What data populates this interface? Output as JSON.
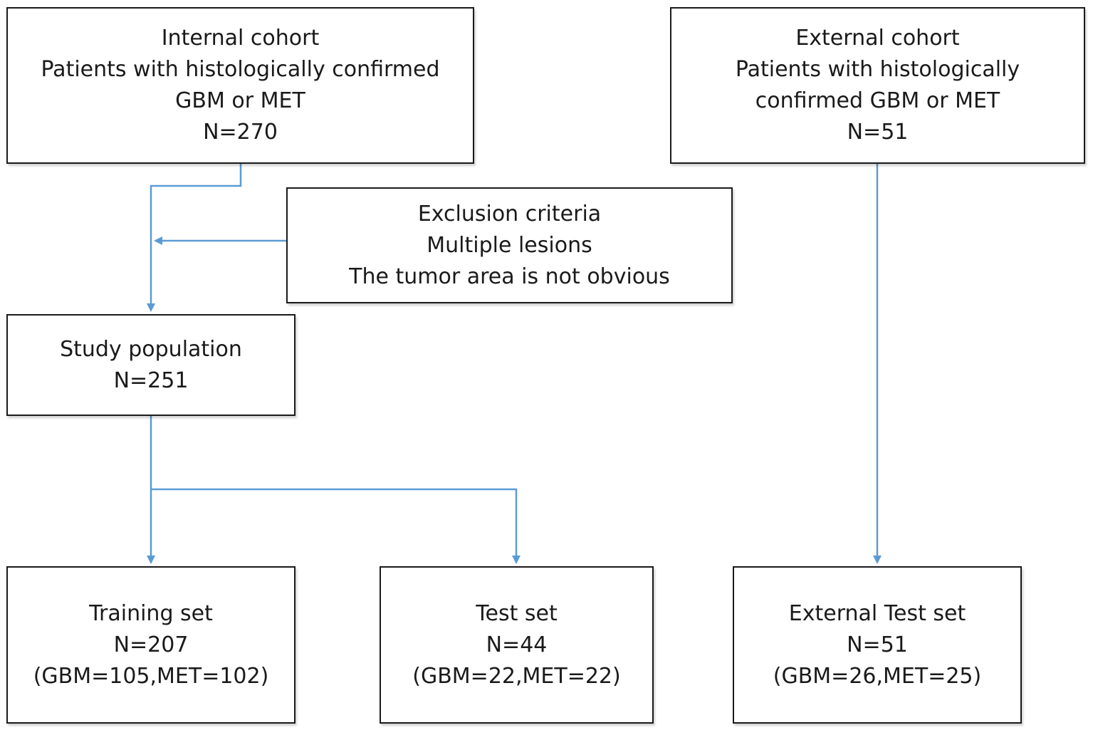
{
  "diagram": {
    "edge_color": "#5b9bd5",
    "nodes": {
      "internal_cohort": {
        "lines": [
          "Internal cohort",
          "Patients with histologically confirmed",
          "GBM or MET",
          "N=270"
        ]
      },
      "external_cohort": {
        "lines": [
          "External cohort",
          "Patients with histologically",
          "confirmed GBM or MET",
          "N=51"
        ]
      },
      "exclusion_criteria": {
        "lines": [
          "Exclusion criteria",
          "Multiple lesions",
          "The tumor area is not obvious"
        ]
      },
      "study_population": {
        "lines": [
          "Study population",
          "N=251"
        ]
      },
      "training_set": {
        "lines": [
          "Training set",
          "N=207",
          "(GBM=105,MET=102)"
        ]
      },
      "test_set": {
        "lines": [
          "Test set",
          "N=44",
          "(GBM=22,MET=22)"
        ]
      },
      "external_test_set": {
        "lines": [
          "External Test set",
          "N=51",
          "(GBM=26,MET=25)"
        ]
      }
    },
    "edges": [
      {
        "from": "internal_cohort",
        "to": "study_population"
      },
      {
        "from": "exclusion_criteria",
        "to": "internal_cohort-to-study_population"
      },
      {
        "from": "study_population",
        "to": "training_set"
      },
      {
        "from": "study_population",
        "to": "test_set"
      },
      {
        "from": "external_cohort",
        "to": "external_test_set"
      }
    ]
  }
}
